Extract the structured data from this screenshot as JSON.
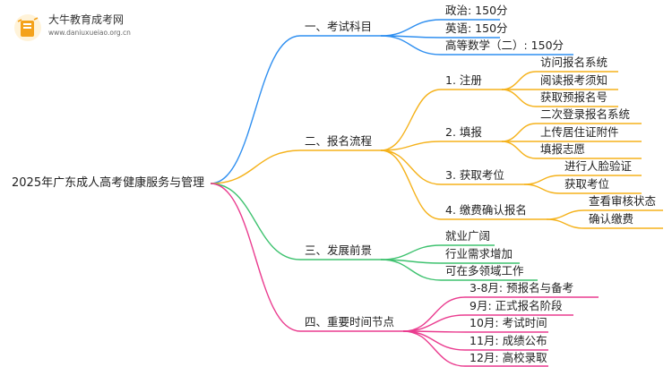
{
  "logo": {
    "title": "大牛教育成考网",
    "url": "www.daniuxueiao.org.cn",
    "icon": "book-icon",
    "color": "#f4a21b"
  },
  "root": "2025年广东成人高考健康服务与管理",
  "colors": {
    "blue": "#2f8ff0",
    "orange": "#f5b21b",
    "green": "#3ec26f",
    "pink": "#ea3c8f"
  },
  "branches": [
    {
      "label": "一、考试科目",
      "color": "#2f8ff0",
      "children": [
        {
          "label": "政治: 150分"
        },
        {
          "label": "英语: 150分"
        },
        {
          "label": "高等数学（二）: 150分"
        }
      ]
    },
    {
      "label": "二、报名流程",
      "color": "#f5b21b",
      "children": [
        {
          "label": "1. 注册",
          "children": [
            "访问报名系统",
            "阅读报考须知",
            "获取预报名号"
          ]
        },
        {
          "label": "2. 填报",
          "children": [
            "二次登录报名系统",
            "上传居住证附件",
            "填报志愿"
          ]
        },
        {
          "label": "3. 获取考位",
          "children": [
            "进行人脸验证",
            "获取考位"
          ]
        },
        {
          "label": "4. 缴费确认报名",
          "children": [
            "查看审核状态",
            "确认缴费"
          ]
        }
      ]
    },
    {
      "label": "三、发展前景",
      "color": "#3ec26f",
      "children": [
        {
          "label": "就业广阔"
        },
        {
          "label": "行业需求增加"
        },
        {
          "label": "可在多领域工作"
        }
      ]
    },
    {
      "label": "四、重要时间节点",
      "color": "#ea3c8f",
      "children": [
        {
          "label": "3-8月: 预报名与备考"
        },
        {
          "label": "9月: 正式报名阶段"
        },
        {
          "label": "10月: 考试时间"
        },
        {
          "label": "11月: 成绩公布"
        },
        {
          "label": "12月: 高校录取"
        }
      ]
    }
  ]
}
